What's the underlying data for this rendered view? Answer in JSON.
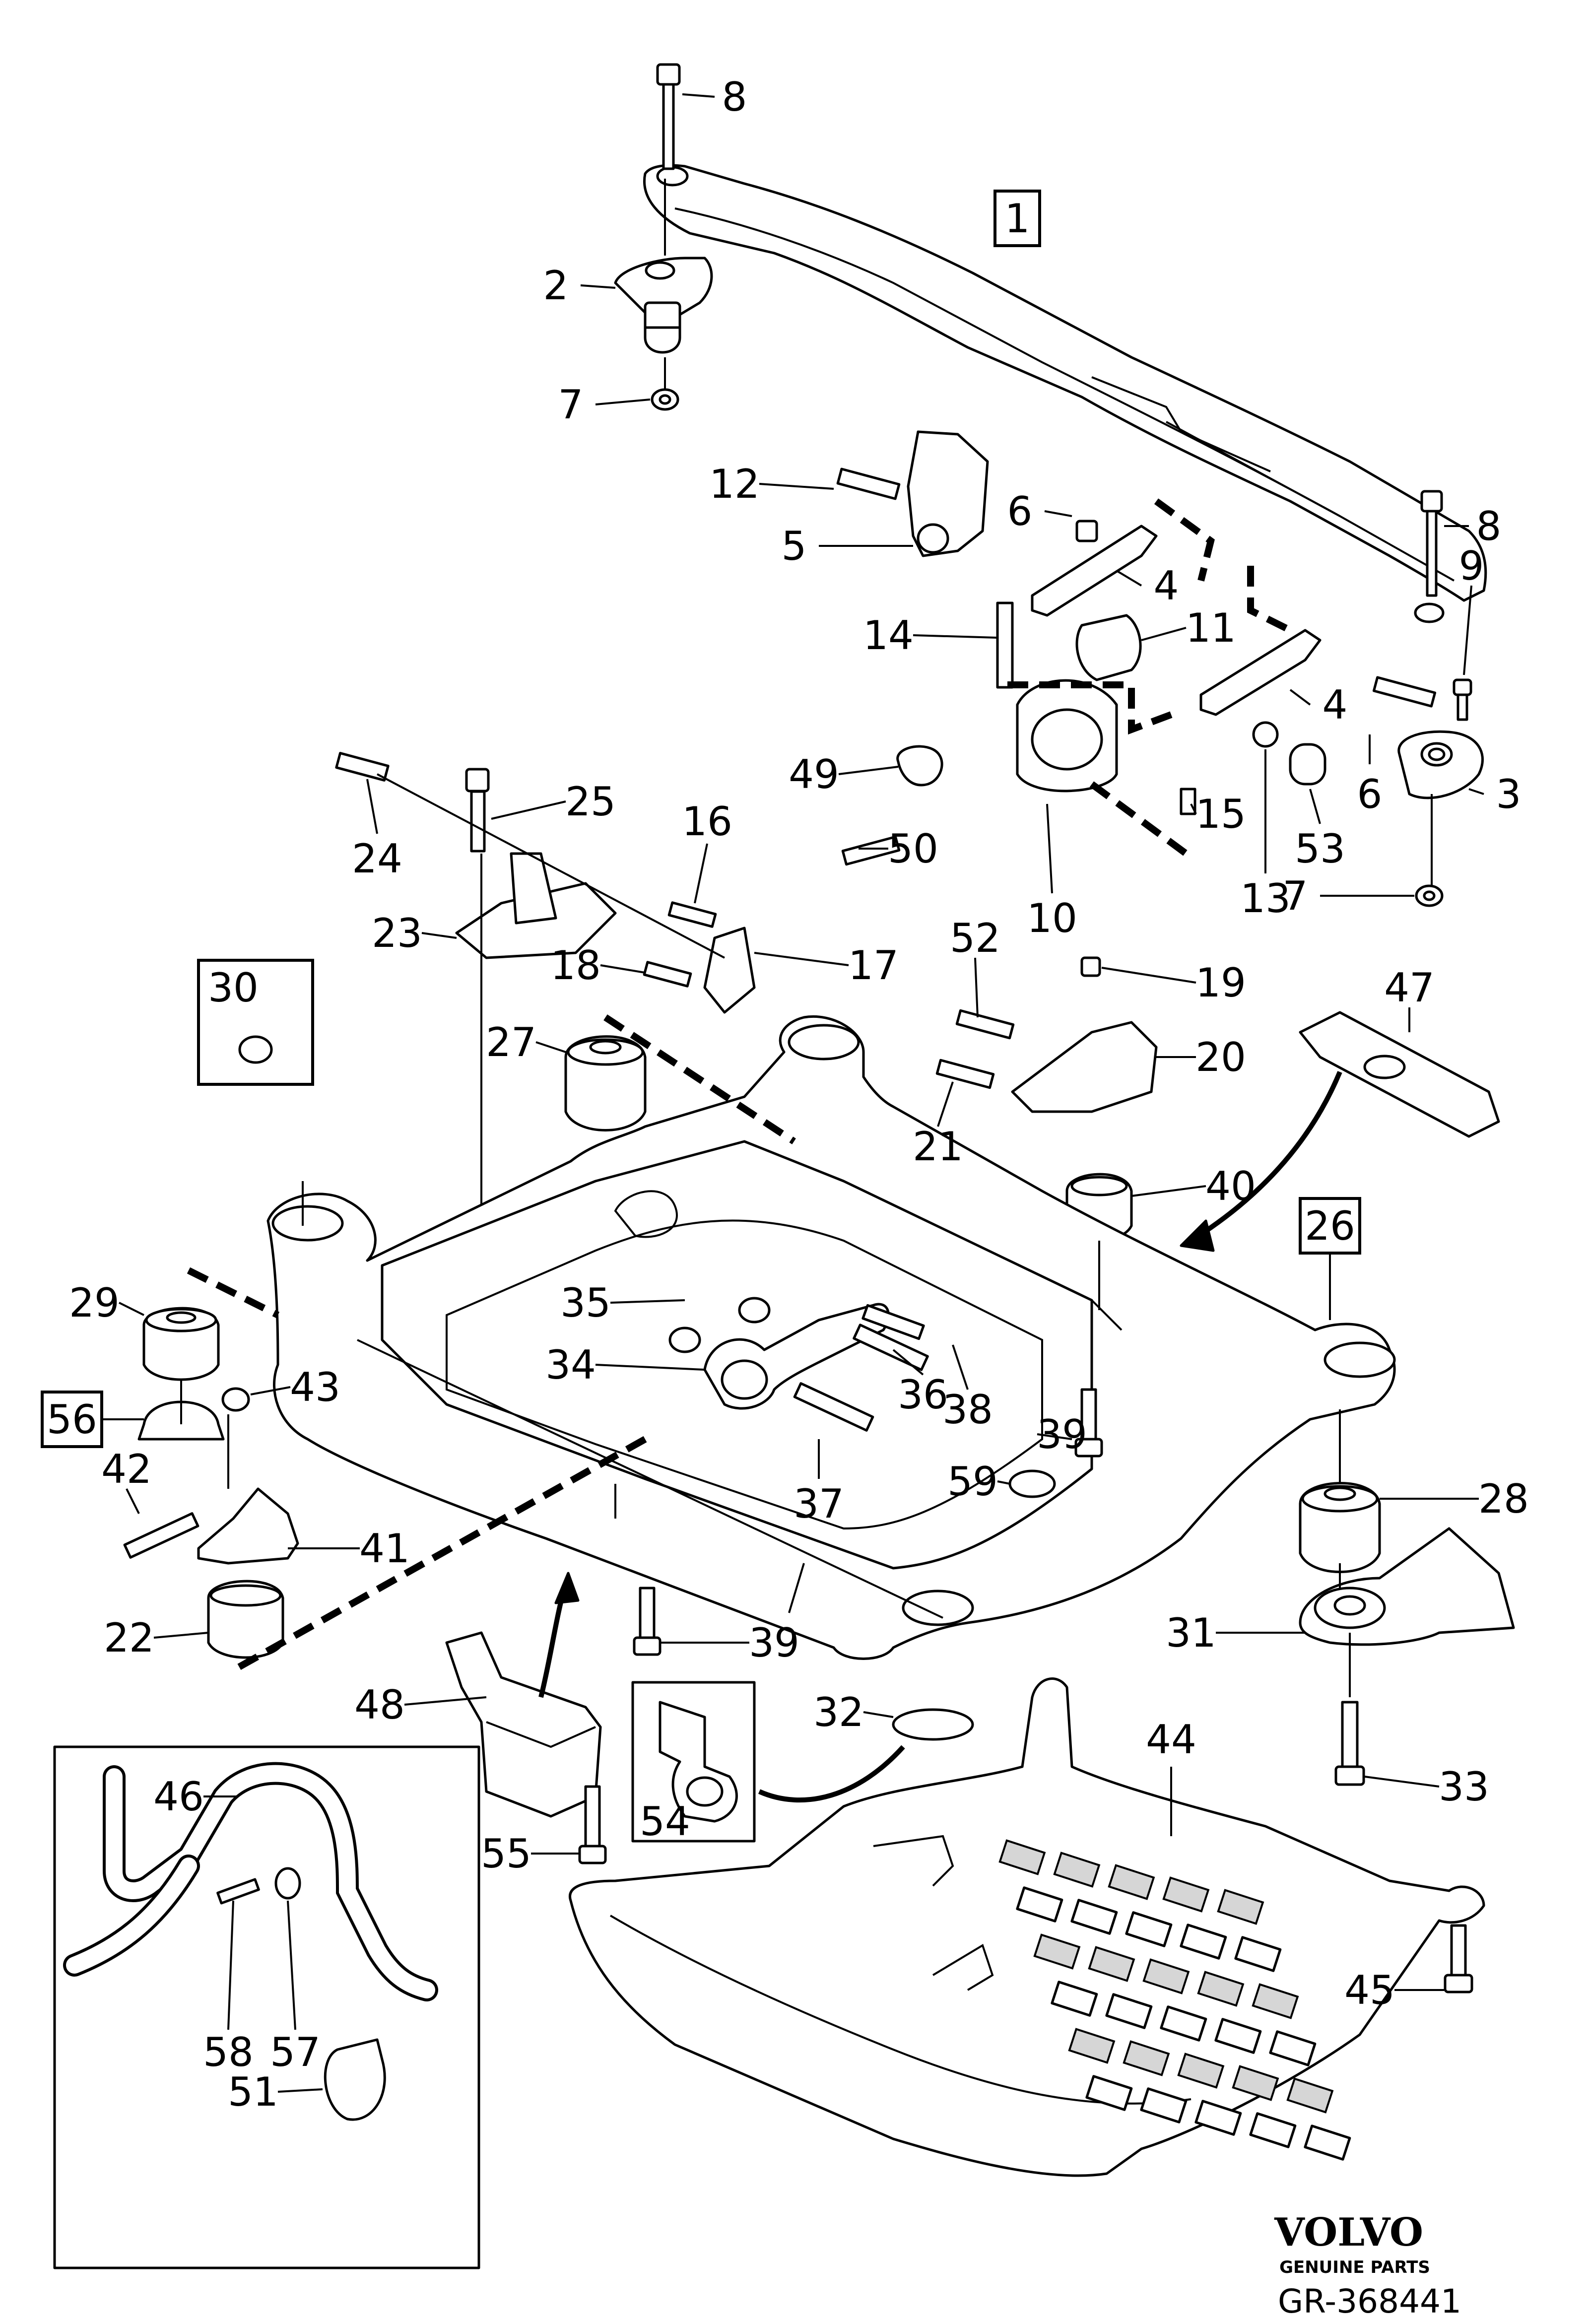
{
  "diagram": {
    "callouts": [
      {
        "id": "c1",
        "text": "1",
        "boxed": true
      },
      {
        "id": "c2",
        "text": "2"
      },
      {
        "id": "c3",
        "text": "3"
      },
      {
        "id": "c4a",
        "text": "4"
      },
      {
        "id": "c4b",
        "text": "4"
      },
      {
        "id": "c5",
        "text": "5"
      },
      {
        "id": "c6a",
        "text": "6"
      },
      {
        "id": "c6b",
        "text": "6"
      },
      {
        "id": "c7a",
        "text": "7"
      },
      {
        "id": "c7b",
        "text": "7"
      },
      {
        "id": "c8a",
        "text": "8"
      },
      {
        "id": "c8b",
        "text": "8"
      },
      {
        "id": "c9",
        "text": "9"
      },
      {
        "id": "c10",
        "text": "10"
      },
      {
        "id": "c11",
        "text": "11"
      },
      {
        "id": "c12",
        "text": "12"
      },
      {
        "id": "c13",
        "text": "13"
      },
      {
        "id": "c14",
        "text": "14"
      },
      {
        "id": "c15",
        "text": "15"
      },
      {
        "id": "c16",
        "text": "16"
      },
      {
        "id": "c17",
        "text": "17"
      },
      {
        "id": "c18",
        "text": "18"
      },
      {
        "id": "c19",
        "text": "19"
      },
      {
        "id": "c20",
        "text": "20"
      },
      {
        "id": "c21",
        "text": "21"
      },
      {
        "id": "c22",
        "text": "22"
      },
      {
        "id": "c23",
        "text": "23"
      },
      {
        "id": "c24",
        "text": "24"
      },
      {
        "id": "c25",
        "text": "25"
      },
      {
        "id": "c26",
        "text": "26",
        "boxed": true
      },
      {
        "id": "c27",
        "text": "27"
      },
      {
        "id": "c28",
        "text": "28"
      },
      {
        "id": "c29",
        "text": "29"
      },
      {
        "id": "c30",
        "text": "30"
      },
      {
        "id": "c31",
        "text": "31"
      },
      {
        "id": "c32",
        "text": "32"
      },
      {
        "id": "c33",
        "text": "33"
      },
      {
        "id": "c34",
        "text": "34"
      },
      {
        "id": "c35",
        "text": "35"
      },
      {
        "id": "c36",
        "text": "36"
      },
      {
        "id": "c37",
        "text": "37"
      },
      {
        "id": "c38",
        "text": "38"
      },
      {
        "id": "c39a",
        "text": "39"
      },
      {
        "id": "c39b",
        "text": "39"
      },
      {
        "id": "c40",
        "text": "40"
      },
      {
        "id": "c41",
        "text": "41"
      },
      {
        "id": "c42",
        "text": "42"
      },
      {
        "id": "c43",
        "text": "43"
      },
      {
        "id": "c44",
        "text": "44"
      },
      {
        "id": "c45",
        "text": "45"
      },
      {
        "id": "c46",
        "text": "46"
      },
      {
        "id": "c47",
        "text": "47"
      },
      {
        "id": "c48",
        "text": "48"
      },
      {
        "id": "c49",
        "text": "49"
      },
      {
        "id": "c50",
        "text": "50"
      },
      {
        "id": "c51",
        "text": "51"
      },
      {
        "id": "c52",
        "text": "52"
      },
      {
        "id": "c53",
        "text": "53"
      },
      {
        "id": "c54",
        "text": "54"
      },
      {
        "id": "c55",
        "text": "55"
      },
      {
        "id": "c56",
        "text": "56",
        "boxed": true
      },
      {
        "id": "c57",
        "text": "57"
      },
      {
        "id": "c58",
        "text": "58"
      },
      {
        "id": "c59",
        "text": "59"
      }
    ],
    "brand": {
      "name": "VOLVO",
      "tagline": "GENUINE PARTS"
    },
    "reference": "GR-368441"
  }
}
